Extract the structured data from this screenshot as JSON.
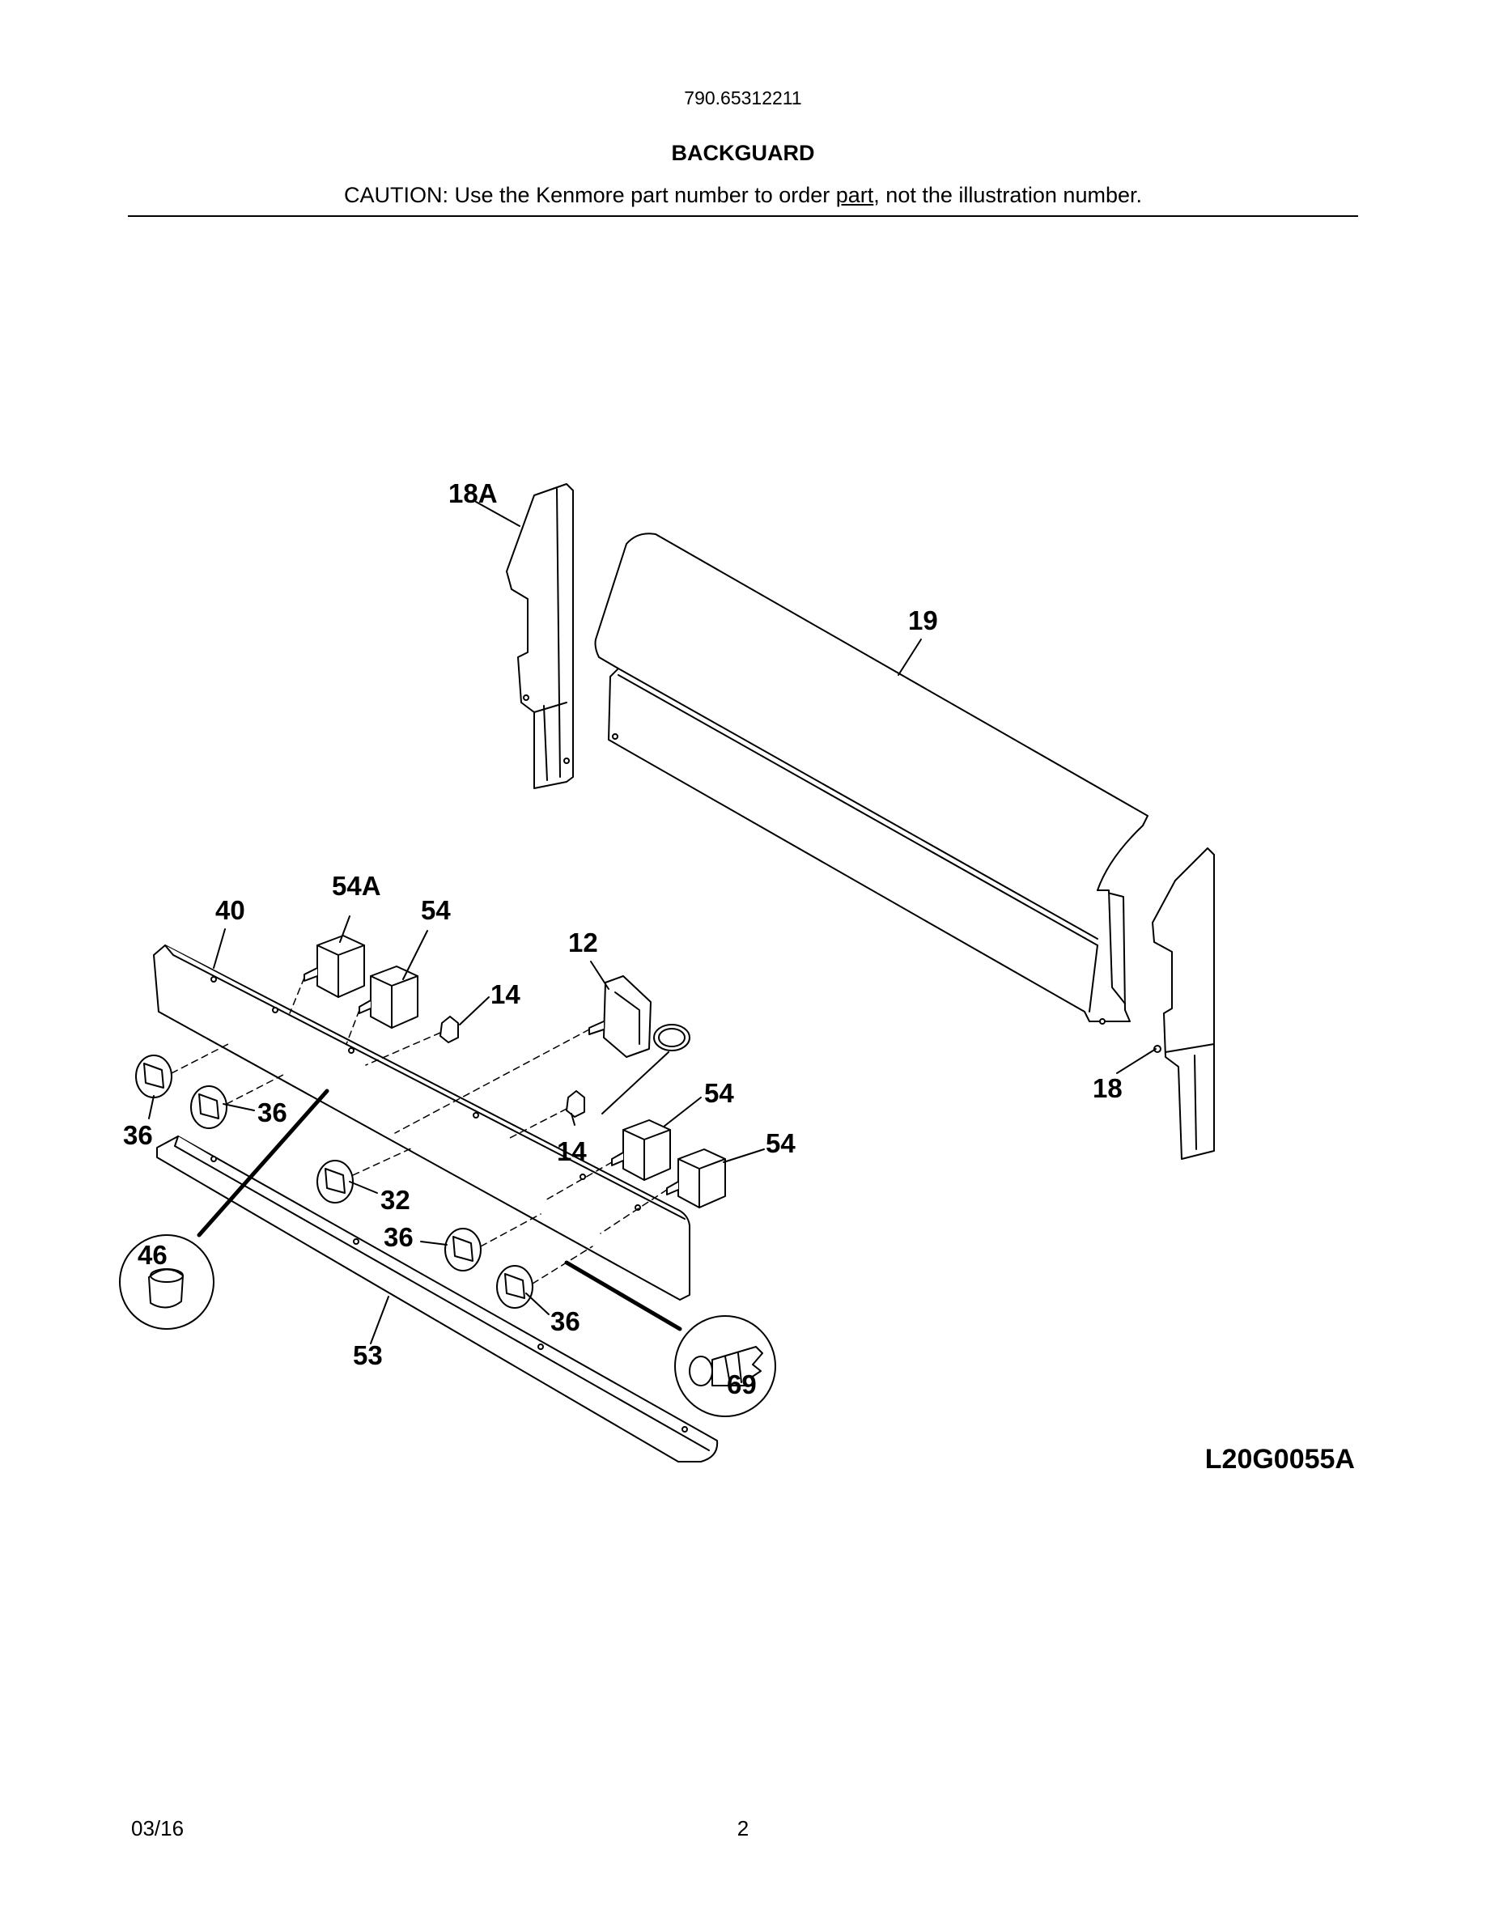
{
  "header": {
    "model_number": "790.65312211",
    "section_title": "BACKGUARD",
    "caution_prefix": "CAUTION: Use the Kenmore part number to order ",
    "caution_underlined": "part",
    "caution_suffix": ", not the illustration number."
  },
  "callouts": {
    "c18A": "18A",
    "c19": "19",
    "c40": "40",
    "c54A": "54A",
    "c54a": "54",
    "c12": "12",
    "c14a": "14",
    "c14b": "14",
    "c54b": "54",
    "c54c": "54",
    "c18": "18",
    "c36a": "36",
    "c36b": "36",
    "c32": "32",
    "c36c": "36",
    "c36d": "36",
    "c46": "46",
    "c53": "53",
    "c69": "69"
  },
  "diagram_code": "L20G0055A",
  "footer": {
    "date": "03/16",
    "page_number": "2"
  }
}
